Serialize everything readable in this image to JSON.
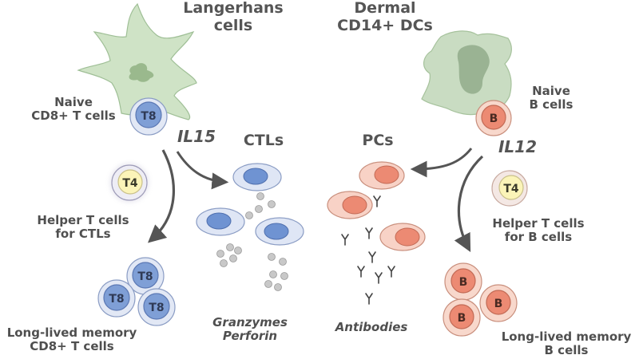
{
  "left": {
    "title_line1": "Langerhans",
    "title_line2": "cells",
    "naive_line1": "Naive",
    "naive_line2": "CD8+ T cells",
    "cytokine": "IL15",
    "effector_title": "CTLs",
    "helper_line1": "Helper T cells",
    "helper_line2": "for CTLs",
    "memory_line1": "Long-lived memory",
    "memory_line2": "CD8+ T cells",
    "effector_products_line1": "Granzymes",
    "effector_products_line2": "Perforin"
  },
  "right": {
    "title_line1": "Dermal",
    "title_line2": "CD14+ DCs",
    "naive_line1": "Naive",
    "naive_line2": "B cells",
    "cytokine": "IL12",
    "effector_title": "PCs",
    "helper_line1": "Helper T cells",
    "helper_line2": "for B cells",
    "memory_line1": "Long-lived memory",
    "memory_line2": "B cells",
    "effector_products": "Antibodies"
  },
  "cell_labels": {
    "cd8": "T8",
    "cd4": "T4",
    "bcell": "B"
  },
  "colors": {
    "langerhans_fill": "#cfe3c6",
    "dermal_dc_fill": "#c9dcc2",
    "tcell_fill": "#7f9fd6",
    "tcell_membrane": "#dfe6f5",
    "t4_fill": "#fbf4b8",
    "bcell_fill": "#ec8a73",
    "bcell_membrane": "#f8d8cc",
    "granule": "#c8c8c8",
    "arrow": "#555555"
  }
}
